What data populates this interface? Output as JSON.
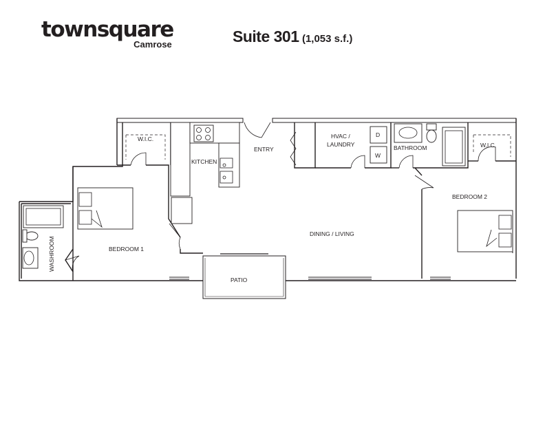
{
  "brand": {
    "name": "townsquare",
    "city": "Camrose"
  },
  "suite": {
    "title": "Suite 301",
    "area": "(1,053 s.f.)"
  },
  "rooms": {
    "wic1": "W.I.C.",
    "kitchen": "KITCHEN",
    "entry": "ENTRY",
    "hvac_line1": "HVAC /",
    "hvac_line2": "LAUNDRY",
    "dryer": "D",
    "washer": "W",
    "bathroom": "BATHROOM",
    "wic2": "W.I.C.",
    "bedroom2": "BEDROOM 2",
    "bedroom1": "BEDROOM 1",
    "dining_living": "DINING / LIVING",
    "washroom": "WASHROOM",
    "patio": "PATIO"
  }
}
